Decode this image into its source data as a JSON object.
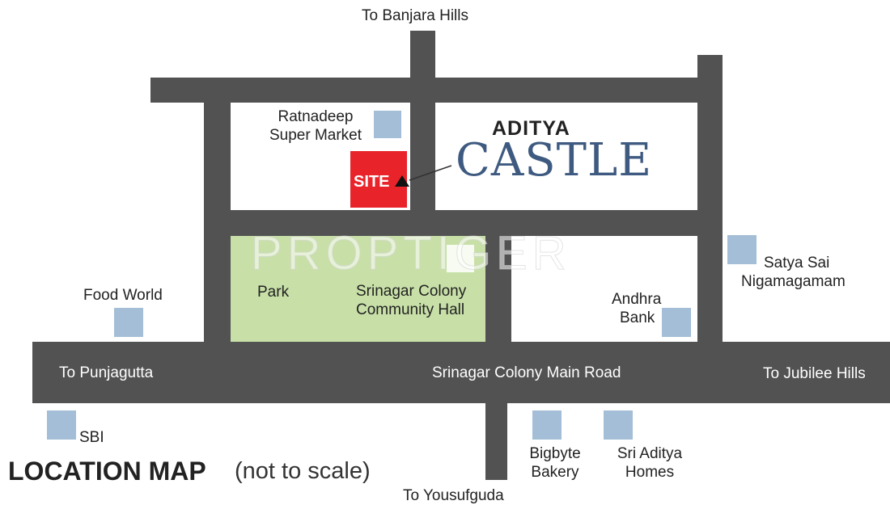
{
  "map": {
    "title": "LOCATION MAP",
    "scale_note": "(not to scale)",
    "watermark": "PROPTIGER"
  },
  "project": {
    "brand_top": "ADITYA",
    "brand_main": "CASTLE",
    "site_label": "SITE"
  },
  "directions": {
    "north": "To Banjara Hills",
    "west": "To Punjagutta",
    "east": "To Jubilee Hills",
    "south": "To Yousufguda"
  },
  "roads": {
    "main_road": "Srinagar Colony Main Road"
  },
  "landmarks": {
    "ratnadeep": [
      "Ratnadeep",
      "Super Market"
    ],
    "food_world": "Food World",
    "park": "Park",
    "community_hall": [
      "Srinagar Colony",
      "Community Hall"
    ],
    "andhra_bank": [
      "Andhra",
      "Bank"
    ],
    "satya_sai": [
      "Satya Sai",
      "Nigamagamam"
    ],
    "sbi": "SBI",
    "bigbyte": [
      "Bigbyte",
      "Bakery"
    ],
    "sri_aditya": [
      "Sri Aditya",
      "Homes"
    ]
  },
  "colors": {
    "road": "#525252",
    "park": "#c8e0a8",
    "landmark_marker": "#a3bed6",
    "site": "#e8232a",
    "brand": "#3e5a80"
  }
}
